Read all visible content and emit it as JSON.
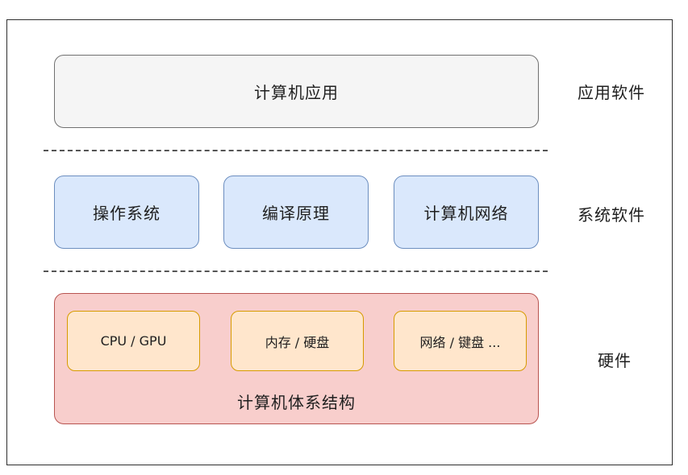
{
  "application_layer": {
    "box_label": "计算机应用",
    "side_label": "应用软件"
  },
  "system_layer": {
    "boxes": [
      "操作系统",
      "编译原理",
      "计算机网络"
    ],
    "side_label": "系统软件"
  },
  "hardware_layer": {
    "components": [
      "CPU / GPU",
      "内存 / 硬盘",
      "网络 / 键盘 ..."
    ],
    "caption": "计算机体系结构",
    "side_label": "硬件"
  },
  "colors": {
    "application_fill": "#f5f5f5",
    "system_fill": "#dae8fc",
    "hardware_fill": "#f8cecc",
    "component_fill": "#ffe6cc"
  }
}
